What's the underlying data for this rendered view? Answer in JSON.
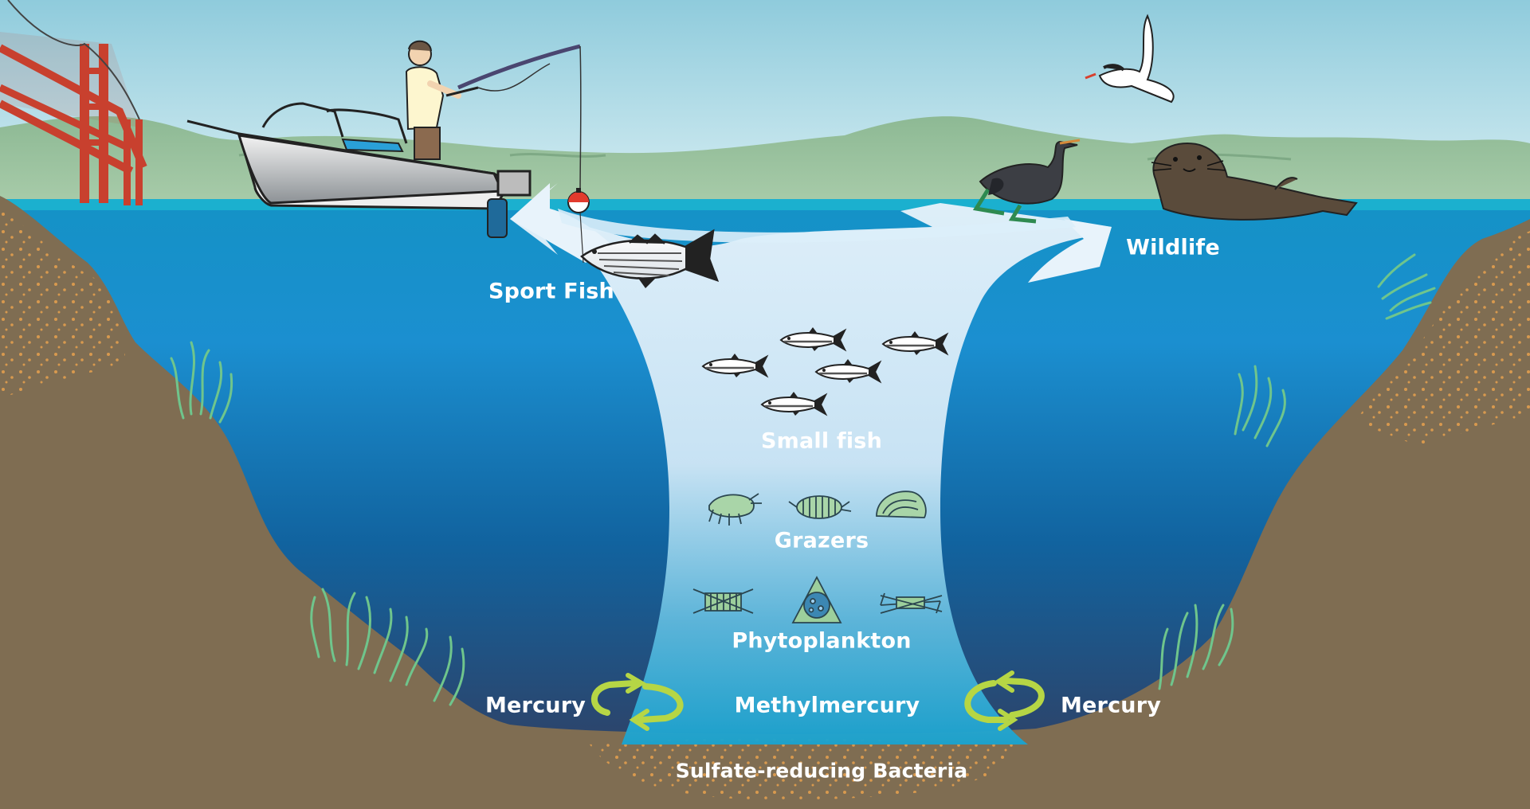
{
  "labels": {
    "sport_fish": "Sport Fish",
    "wildlife": "Wildlife",
    "small_fish": "Small fish",
    "grazers": "Grazers",
    "phytoplankton": "Phytoplankton",
    "mercury_left": "Mercury",
    "methylmercury": "Methylmercury",
    "mercury_right": "Mercury",
    "bacteria": "Sulfate-reducing Bacteria"
  },
  "colors": {
    "sky": "#a6d6e2",
    "hills": "#8fb996",
    "water_top": "#1a8fc8",
    "water_deep": "#2c4d78",
    "sediment": "#7f6d52",
    "sediment_dots": "#d99a4e",
    "cycle_arrows": "#b6d645",
    "bridge": "#c8402e",
    "flow_arrow": "#dceefa"
  }
}
